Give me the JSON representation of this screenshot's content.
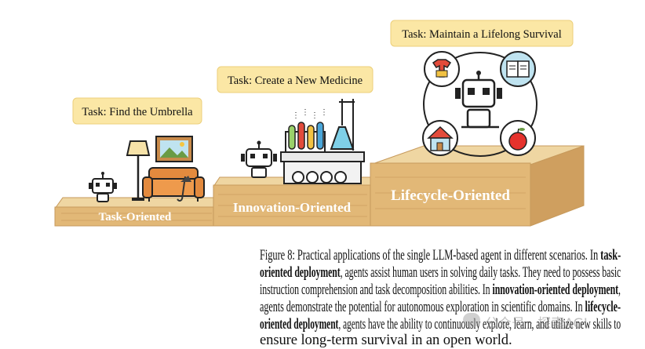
{
  "figure": {
    "tasks": {
      "umbrella": "Task: Find the Umbrella",
      "medicine": "Task: Create a New Medicine",
      "survival": "Task: Maintain a Lifelong Survival"
    },
    "platforms": {
      "task": "Task-Oriented",
      "innovation": "Innovation-Oriented",
      "lifecycle": "Lifecycle-Oriented"
    },
    "colors": {
      "task_box": "#fbe7a5",
      "wood_top": "#e9c98f",
      "wood_front": "#d9ad6c"
    }
  },
  "caption": {
    "figure_label": "Figure 8:",
    "l1_a": "Practical applications of the single LLM-based agent in different scenarios.  In",
    "l1_b": "task-",
    "l2_a": "oriented deployment",
    "l2_b": ", agents assist human users in solving daily tasks. They need to possess basic",
    "l3": "instruction comprehension and task decomposition abilities. In",
    "l3_b": "innovation-oriented deployment",
    "l3_c": ",",
    "l4": "agents demonstrate the potential for autonomous exploration in scientific domains. In",
    "l4_b": "lifecycle-",
    "l5_a": "oriented deployment",
    "l5_b": ", agents have the ability to continuously explore, learn, and utilize new skills to",
    "l6": "ensure long-term survival in an open world."
  },
  "watermark": "公众号 · 探索AGI"
}
